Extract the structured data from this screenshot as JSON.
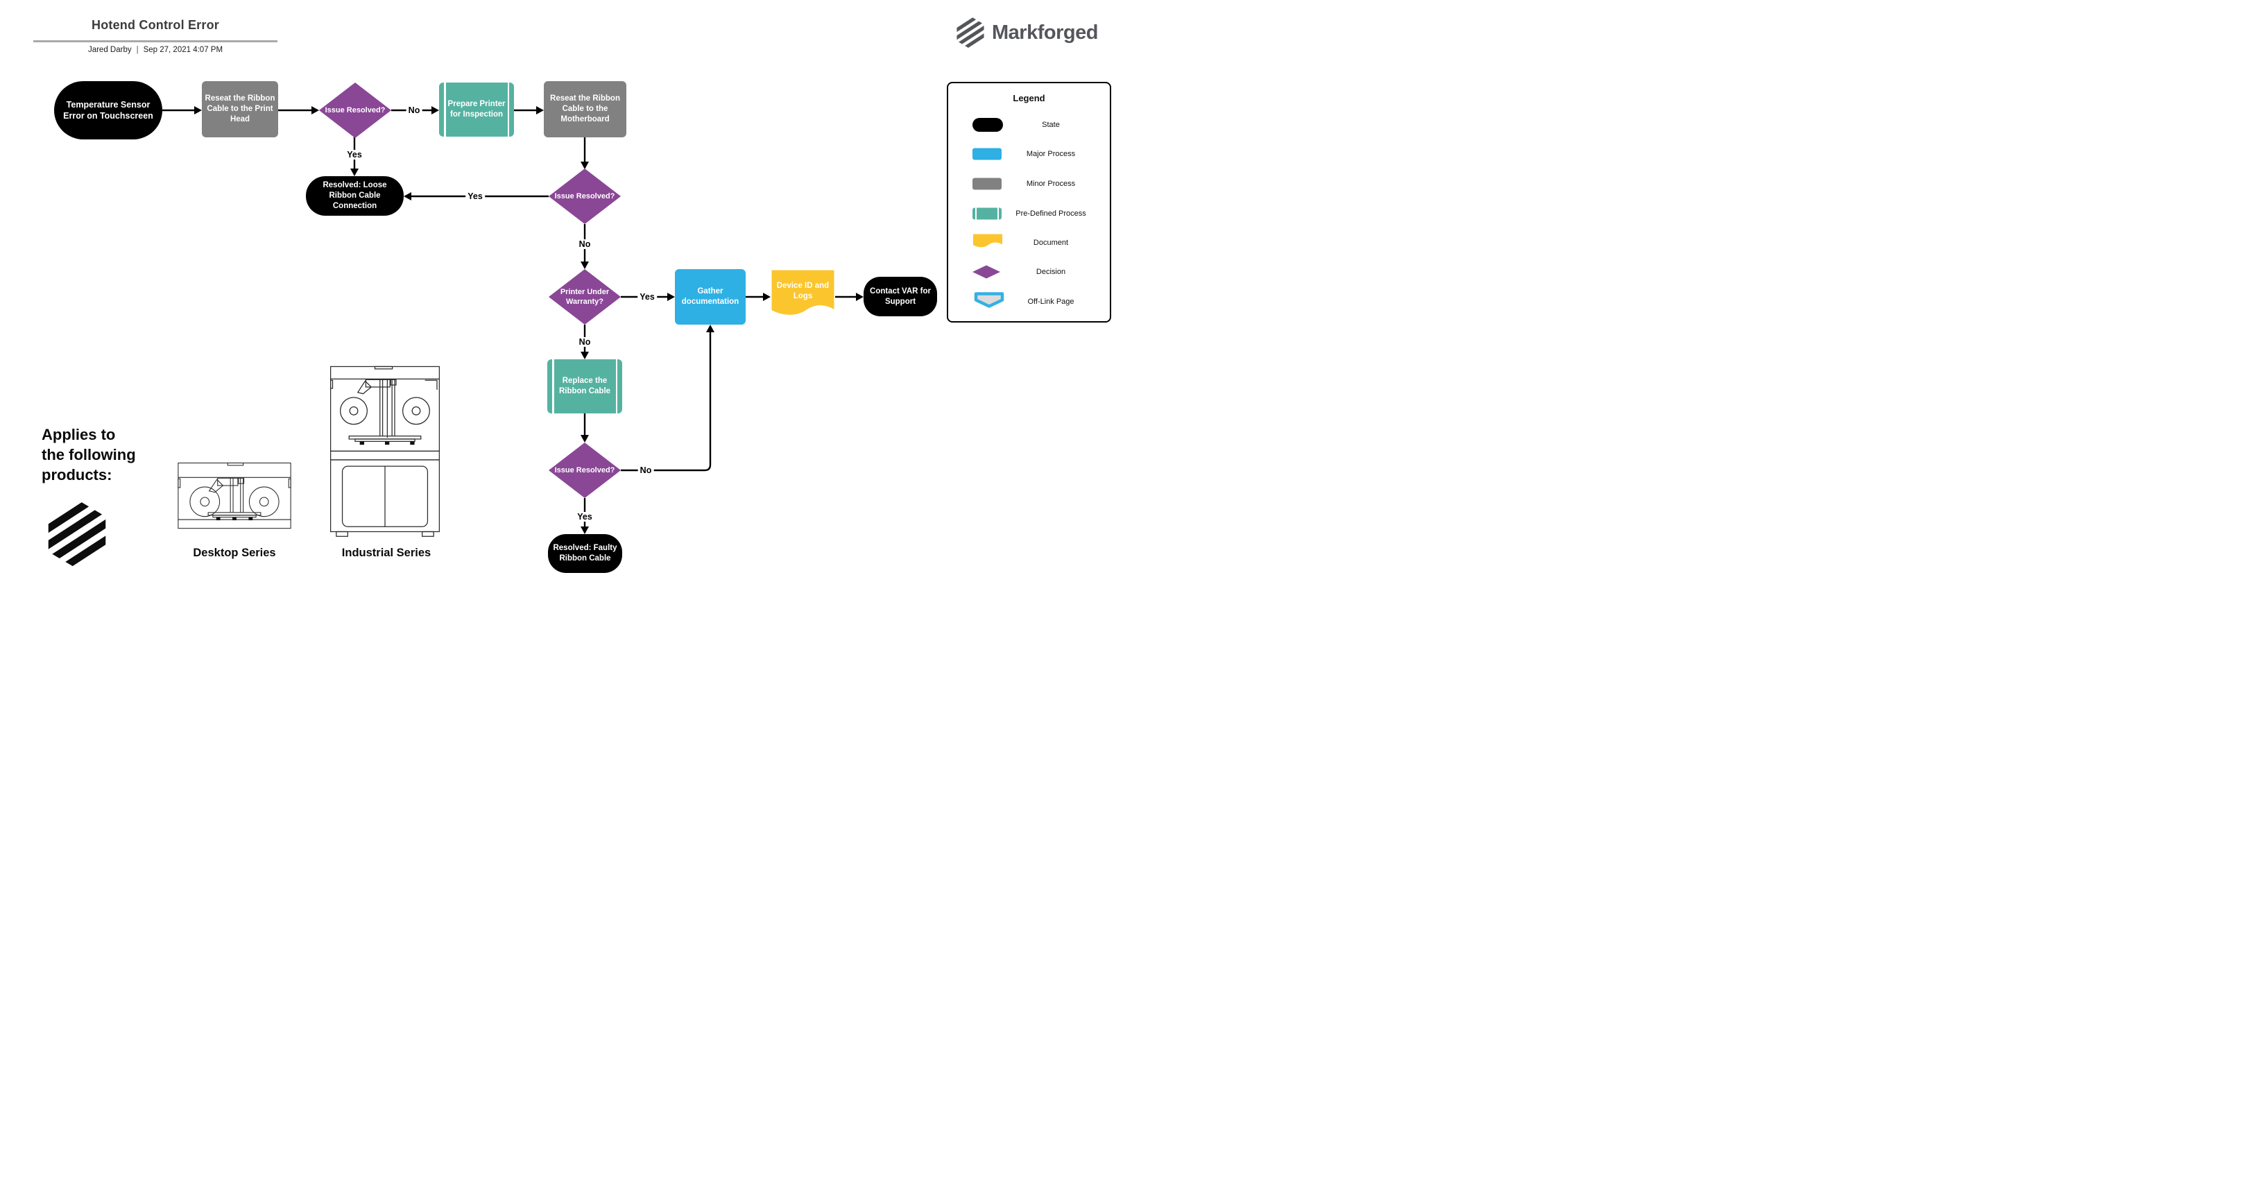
{
  "header": {
    "title": "Hotend Control Error",
    "author": "Jared Darby",
    "separator": "|",
    "timestamp": "Sep 27, 2021 4:07 PM"
  },
  "brand": {
    "wordmark": "Markforged",
    "logo_icon": "markforged-hex-stripes-icon"
  },
  "flowchart": {
    "nodes": [
      {
        "id": "start-state",
        "type": "state",
        "label": "Temperature Sensor Error on Touchscreen"
      },
      {
        "id": "reseat-print-head",
        "type": "minor-process",
        "label": "Reseat the Ribbon Cable to the Print Head"
      },
      {
        "id": "issue-resolved-1",
        "type": "decision",
        "label": "Issue Resolved?"
      },
      {
        "id": "prepare-printer",
        "type": "pre-defined-process",
        "label": "Prepare Printer for Inspection"
      },
      {
        "id": "reseat-motherboard",
        "type": "minor-process",
        "label": "Reseat the Ribbon Cable to the Motherboard"
      },
      {
        "id": "issue-resolved-2",
        "type": "decision",
        "label": "Issue Resolved?"
      },
      {
        "id": "resolved-loose",
        "type": "state",
        "label": "Resolved: Loose Ribbon Cable Connection"
      },
      {
        "id": "printer-under-warranty",
        "type": "decision",
        "label": "Printer Under Warranty?"
      },
      {
        "id": "gather-documentation",
        "type": "major-process",
        "label": "Gather documentation"
      },
      {
        "id": "device-id-logs",
        "type": "document",
        "label": "Device ID and Logs"
      },
      {
        "id": "contact-var",
        "type": "state",
        "label": "Contact VAR for Support"
      },
      {
        "id": "replace-ribbon-cable",
        "type": "pre-defined-process",
        "label": "Replace the Ribbon Cable"
      },
      {
        "id": "issue-resolved-3",
        "type": "decision",
        "label": "Issue Resolved?"
      },
      {
        "id": "resolved-faulty",
        "type": "state",
        "label": "Resolved: Faulty Ribbon Cable"
      }
    ],
    "edge_labels": [
      {
        "text": "No"
      },
      {
        "text": "Yes"
      },
      {
        "text": "Yes"
      },
      {
        "text": "No"
      },
      {
        "text": "Yes"
      },
      {
        "text": "No"
      },
      {
        "text": "No"
      },
      {
        "text": "Yes"
      }
    ]
  },
  "legend": {
    "title": "Legend",
    "items": [
      {
        "label": "State",
        "color": "#000000"
      },
      {
        "label": "Major Process",
        "color": "#2eb0e4"
      },
      {
        "label": "Minor Process",
        "color": "#818181"
      },
      {
        "label": "Pre-Defined Process",
        "color": "#55b2a1"
      },
      {
        "label": "Document",
        "color": "#fbc52d"
      },
      {
        "label": "Decision",
        "color": "#8a4796"
      },
      {
        "label": "Off-Link Page",
        "color": "#dcdcdc",
        "border_color": "#35b0e5"
      }
    ]
  },
  "products": {
    "heading_lines": [
      "Applies to",
      "the following",
      "products:"
    ],
    "items": [
      {
        "label": "Desktop Series"
      },
      {
        "label": "Industrial Series"
      }
    ]
  },
  "palette": {
    "state": "#000000",
    "major_process": "#2eb0e4",
    "minor_process": "#818181",
    "pre_defined_process": "#55b2a1",
    "document": "#fbc52d",
    "decision": "#8a4796",
    "off_link_fill": "#dcdcdc",
    "off_link_border": "#35b0e5",
    "connector": "#000000",
    "brand_gray": "#54565a"
  }
}
